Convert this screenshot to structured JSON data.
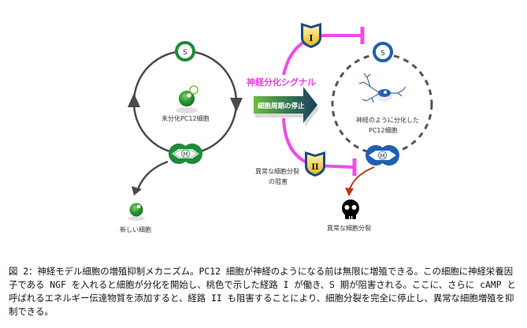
{
  "diagram": {
    "left_cycle": {
      "s_phase_label": "S",
      "m_phase_label": "M",
      "center_cell_label": "未分化PC12細胞",
      "new_cell_label": "新しい細胞"
    },
    "signal": {
      "title": "神経分化シグナル",
      "arrow_label": "細胞周期の停止",
      "pathway_1_label": "I",
      "pathway_2_label": "II",
      "pathway_2_caption_line1": "異常な細胞分裂",
      "pathway_2_caption_line2": "の阻害"
    },
    "right_cycle": {
      "s_phase_label": "S",
      "m_phase_label": "M",
      "neuron_label_line1": "神経のように分化した",
      "neuron_label_line2": "PC12細胞",
      "death_label": "異常な細胞分裂"
    },
    "colors": {
      "green": "#1f8a3a",
      "blue": "#1e5fb3",
      "magenta": "#f04be8",
      "red_arrow": "#c0321a",
      "gray": "#4a4a4a"
    }
  },
  "caption": {
    "text": "図 2：神経モデル細胞の増殖抑制メカニズム。PC12 細胞が神経のようになる前は無限に増殖できる。この細胞に神経栄養因子である NGF を入れると細胞が分化を開始し、桃色で示した経路 I が働き、S 期が阻害される。ここに、さらに cAMP と呼ばれるエネルギー伝達物質を添加すると、経路 II も阻害することにより、細胞分裂を完全に停止し、異常な細胞増殖を抑制できる。"
  }
}
